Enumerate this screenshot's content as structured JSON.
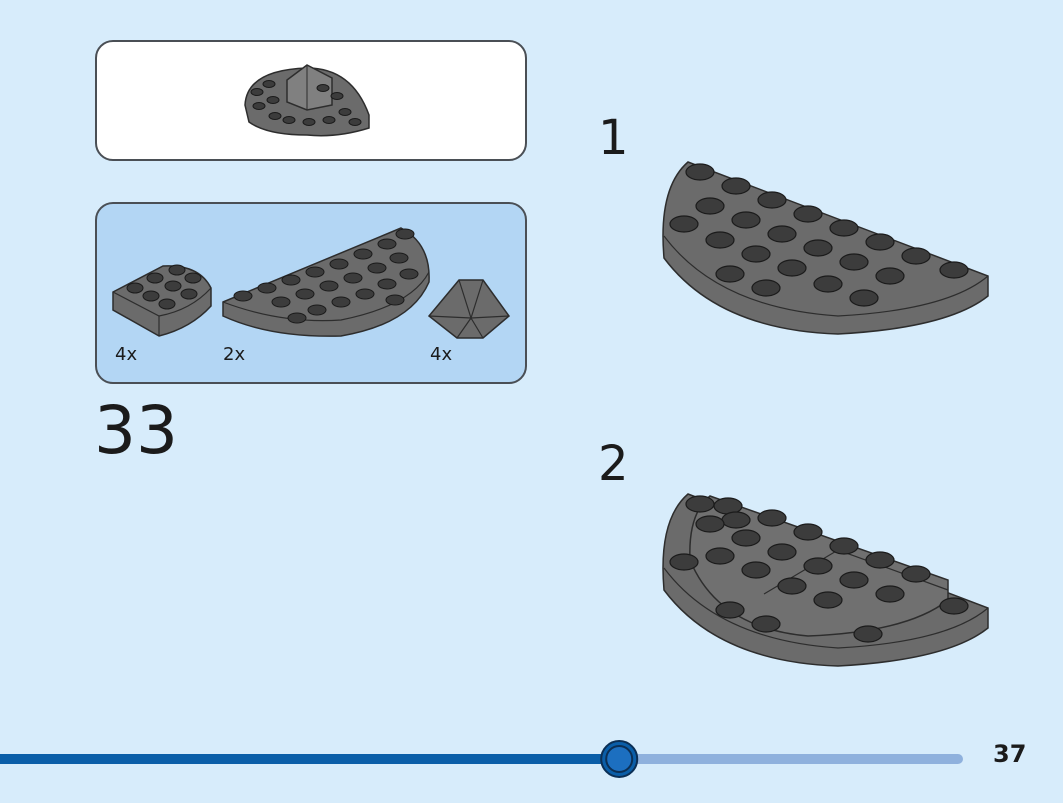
{
  "step": {
    "number": "33"
  },
  "parts": [
    {
      "quantity": "4x",
      "name": "round-corner-plate-icon"
    },
    {
      "quantity": "2x",
      "name": "half-round-plate-icon"
    },
    {
      "quantity": "4x",
      "name": "corner-slope-icon"
    }
  ],
  "substeps": [
    {
      "label": "1"
    },
    {
      "label": "2"
    }
  ],
  "page": {
    "number": "37",
    "progress": 0.643
  },
  "colors": {
    "background": "#d7ecfb",
    "parts_panel": "#b3d6f4",
    "brick": "#6b6b6b",
    "stud": "#3c3c3c",
    "progress_done": "#0a5ea8",
    "progress_remaining": "#8fb1dd"
  }
}
